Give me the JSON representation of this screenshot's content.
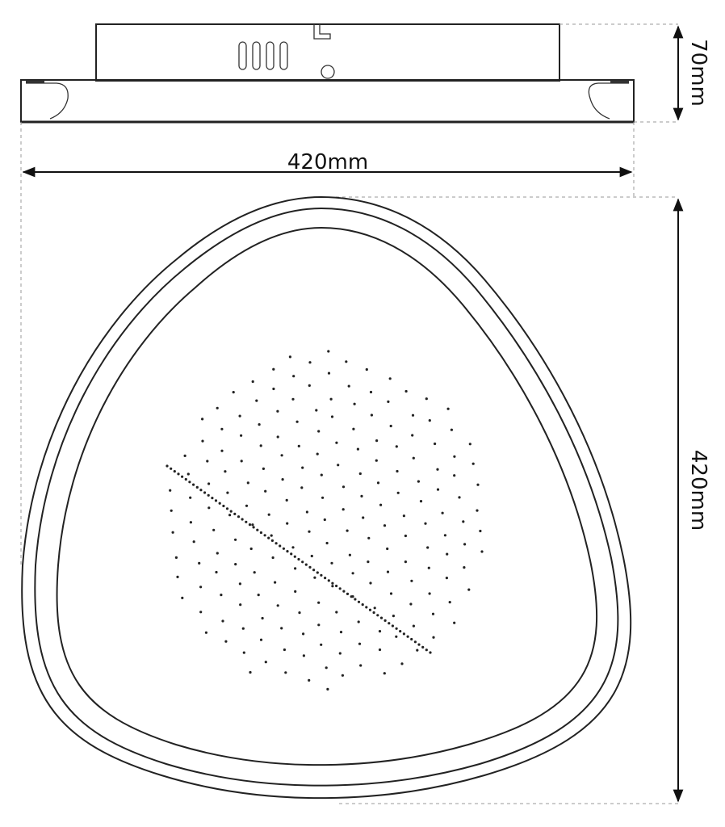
{
  "dimensions": {
    "height_label": "70mm",
    "width_label": "420mm",
    "depth_label": "420mm"
  },
  "colors": {
    "line": "#222222",
    "guide": "#9a9a9a",
    "background": "#ffffff"
  }
}
